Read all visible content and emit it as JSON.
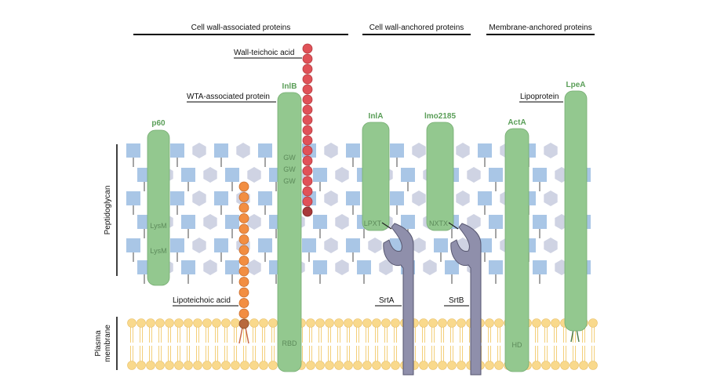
{
  "categories": {
    "cell_wall_associated": "Cell wall-associated proteins",
    "cell_wall_anchored": "Cell wall-anchored proteins",
    "membrane_anchored": "Membrane-anchored proteins"
  },
  "regions": {
    "peptidoglycan": "Peptidoglycan",
    "plasma_membrane_line1": "Plasma",
    "plasma_membrane_line2": "membrane"
  },
  "proteins": {
    "p60": {
      "name": "p60",
      "domain1": "LysM",
      "domain2": "LysM"
    },
    "inlb": {
      "name": "InlB",
      "gw1": "GW",
      "gw2": "GW",
      "gw3": "GW",
      "rbd": "RBD"
    },
    "inla": {
      "name": "InlA",
      "motif": "LPXT"
    },
    "lmo2185": {
      "name": "lmo2185",
      "motif": "NXTX"
    },
    "acta": {
      "name": "ActA",
      "domain": "HD"
    },
    "lpea": {
      "name": "LpeA"
    }
  },
  "annotations": {
    "wall_teichoic_acid": "Wall-teichoic acid",
    "wta_associated_protein": "WTA-associated protein",
    "lipoteichoic_acid": "Lipoteichoic acid",
    "lipoprotein": "Lipoprotein",
    "srta": "SrtA",
    "srtb": "SrtB"
  },
  "colors": {
    "protein": "#93c88f",
    "peptidoglycan_square": "#a9c6e6",
    "peptidoglycan_hexagon": "#cfd3e3",
    "membrane_head": "#f9d98c",
    "sortase": "#8f8fab",
    "wall_teichoic_acid": "#e05258",
    "lipoteichoic_acid": "#f28e42"
  }
}
